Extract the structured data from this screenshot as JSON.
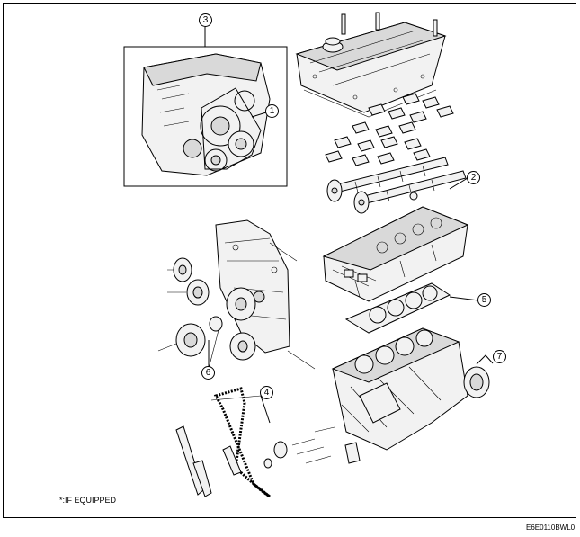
{
  "diagram": {
    "callouts": [
      "1",
      "2",
      "3",
      "4",
      "5",
      "6",
      "7"
    ],
    "note": "*:IF EQUIPPED",
    "code": "E6E0110BWL0"
  }
}
